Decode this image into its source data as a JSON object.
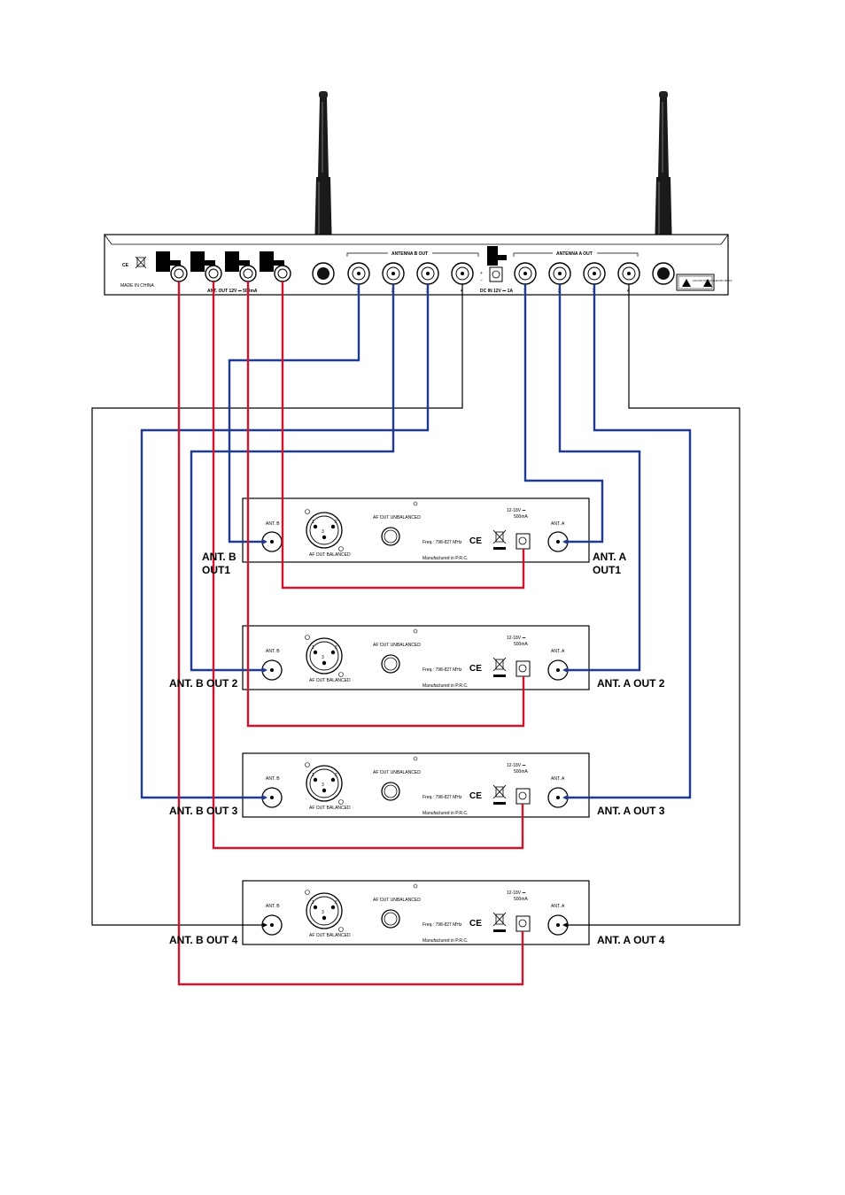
{
  "colors": {
    "antenna_cable": "#1f3a8f",
    "power_cable": "#d0142c",
    "outline": "#000000"
  },
  "splitter": {
    "ce_mark": "CE",
    "made_in": "MADE IN CHINA",
    "dc_out_label": "ANT. OUT 12V ⎓ 500mA",
    "antenna_b_label": "ANTENNA B OUT",
    "antenna_a_label": "ANTENNA A OUT",
    "dc_in_label": "DC IN 12V ⎓ 1A",
    "port_numbers": [
      "1",
      "2",
      "3",
      "4"
    ],
    "warning_text": "CAUTION RISK OF ELECTRIC SHOCK"
  },
  "receiver_panel": {
    "ant_b": "ANT. B",
    "ant_a": "ANT. A",
    "af_out_balanced": "AF OUT BALANCED",
    "af_out_unbalanced": "AF OUT UNBALANCED",
    "pin1": "1",
    "pin2": "2",
    "pin3": "3",
    "freq": "Freq.: 798-827 MHz",
    "manufactured": "Manufactured in P.R.C.",
    "ce": "CE",
    "power_spec": "12-18V ⎓",
    "current_spec": "500mA"
  },
  "labels": {
    "b1_line1": "ANT. B",
    "b1_line2": "OUT1",
    "a1_line1": "ANT. A",
    "a1_line2": "OUT1",
    "b2": "ANT. B OUT 2",
    "a2": "ANT. A OUT 2",
    "b3": "ANT. B OUT 3",
    "a3": "ANT. A OUT 3",
    "b4": "ANT. B OUT 4",
    "a4": "ANT. A OUT 4"
  }
}
